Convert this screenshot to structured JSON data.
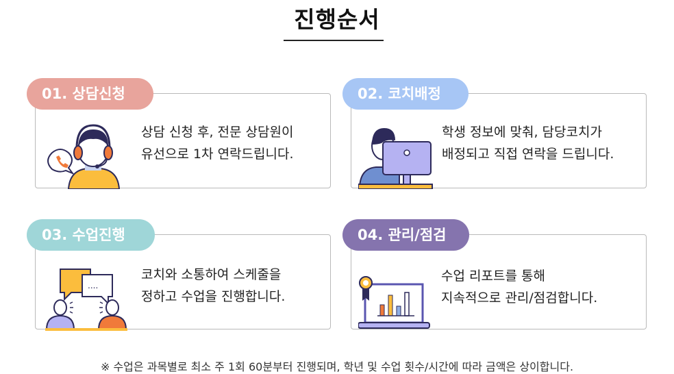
{
  "title": "진행순서",
  "steps": [
    {
      "label": "01. 상담신청",
      "color": "#e8a49c",
      "line1": "상담 신청 후, 전문 상담원이",
      "line2": "유선으로 1차 연락드립니다.",
      "icon": "call-center-agent-icon"
    },
    {
      "label": "02. 코치배정",
      "color": "#a7c6f5",
      "line1": "학생 정보에 맞춰, 담당코치가",
      "line2": "배정되고 직접 연락을 드립니다.",
      "icon": "person-at-computer-icon"
    },
    {
      "label": "03. 수업진행",
      "color": "#9fd6d8",
      "line1": "코치와 소통하여 스케줄을",
      "line2": "정하고 수업을 진행합니다.",
      "icon": "conversation-icon"
    },
    {
      "label": "04. 관리/점검",
      "color": "#8574ae",
      "line1": "수업 리포트를 통해",
      "line2": "지속적으로 관리/점검합니다.",
      "icon": "report-laptop-icon"
    }
  ],
  "footnote": "※ 수업은 과목별로 최소 주 1회 60분부터 진행되며, 학년 및 수업 횟수/시간에 따라 금액은 상이합니다."
}
